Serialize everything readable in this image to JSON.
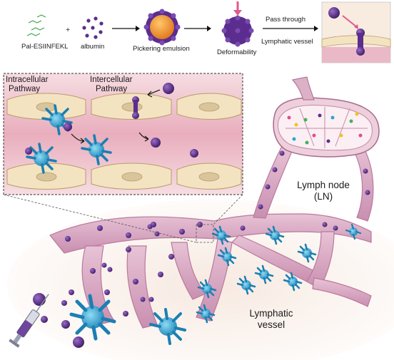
{
  "steps": {
    "pal_label": "Pal-ESIINFEKL",
    "plus": "+",
    "albumin_label": "albumin",
    "pickering_label": "Pickering emulsion",
    "deform_label": "Deformability",
    "pass_line1": "Pass through",
    "pass_line2": "Lymphatic vessel"
  },
  "inset": {
    "intracellular_line1": "Intracellular",
    "intracellular_line2": "Pathway",
    "intercellular_line1": "Intercellular",
    "intercellular_line2": "Pathway"
  },
  "main": {
    "lymph_node_line1": "Lymph node",
    "lymph_node_line2": "(LN)",
    "vessel_line1": "Lymphatic",
    "vessel_line2": "vessel"
  },
  "colors": {
    "particle": "#5b2d8e",
    "core": "#f08a1c",
    "dendritic_cell": "#2aa6d6",
    "vessel": "#dcb1c8",
    "endothelium": "#f3e3c1"
  }
}
